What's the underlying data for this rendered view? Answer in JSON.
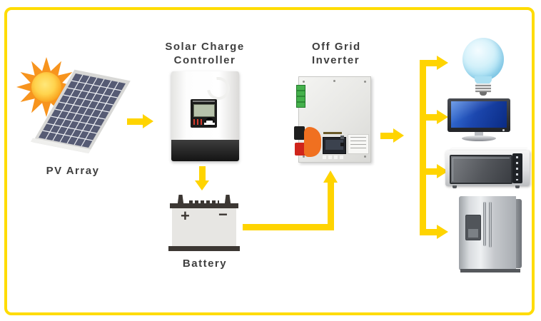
{
  "labels": {
    "pv_array": "PV Array",
    "controller_line1": "Solar Charge",
    "controller_line2": "Controller",
    "inverter_line1": "Off Grid",
    "inverter_line2": "Inverter",
    "battery": "Battery",
    "battery_plus": "+",
    "battery_minus": "−"
  },
  "nodes": [
    "PV Array",
    "Solar Charge Controller",
    "Battery",
    "Off Grid Inverter"
  ],
  "loads": [
    "light-bulb",
    "tv",
    "microwave",
    "refrigerator"
  ],
  "connections": [
    "PV Array → Solar Charge Controller",
    "Solar Charge Controller → Battery",
    "Battery → Off Grid Inverter",
    "Off Grid Inverter → Loads distribution",
    "Distribution → light-bulb",
    "Distribution → tv",
    "Distribution → microwave",
    "Distribution → refrigerator"
  ],
  "colors": {
    "arrow_yellow": "#ffd400",
    "border_yellow": "#ffdc00",
    "label_text": "#3f3f3f",
    "sun_orange": "#f7941e",
    "panel_cells": "#565b74"
  }
}
